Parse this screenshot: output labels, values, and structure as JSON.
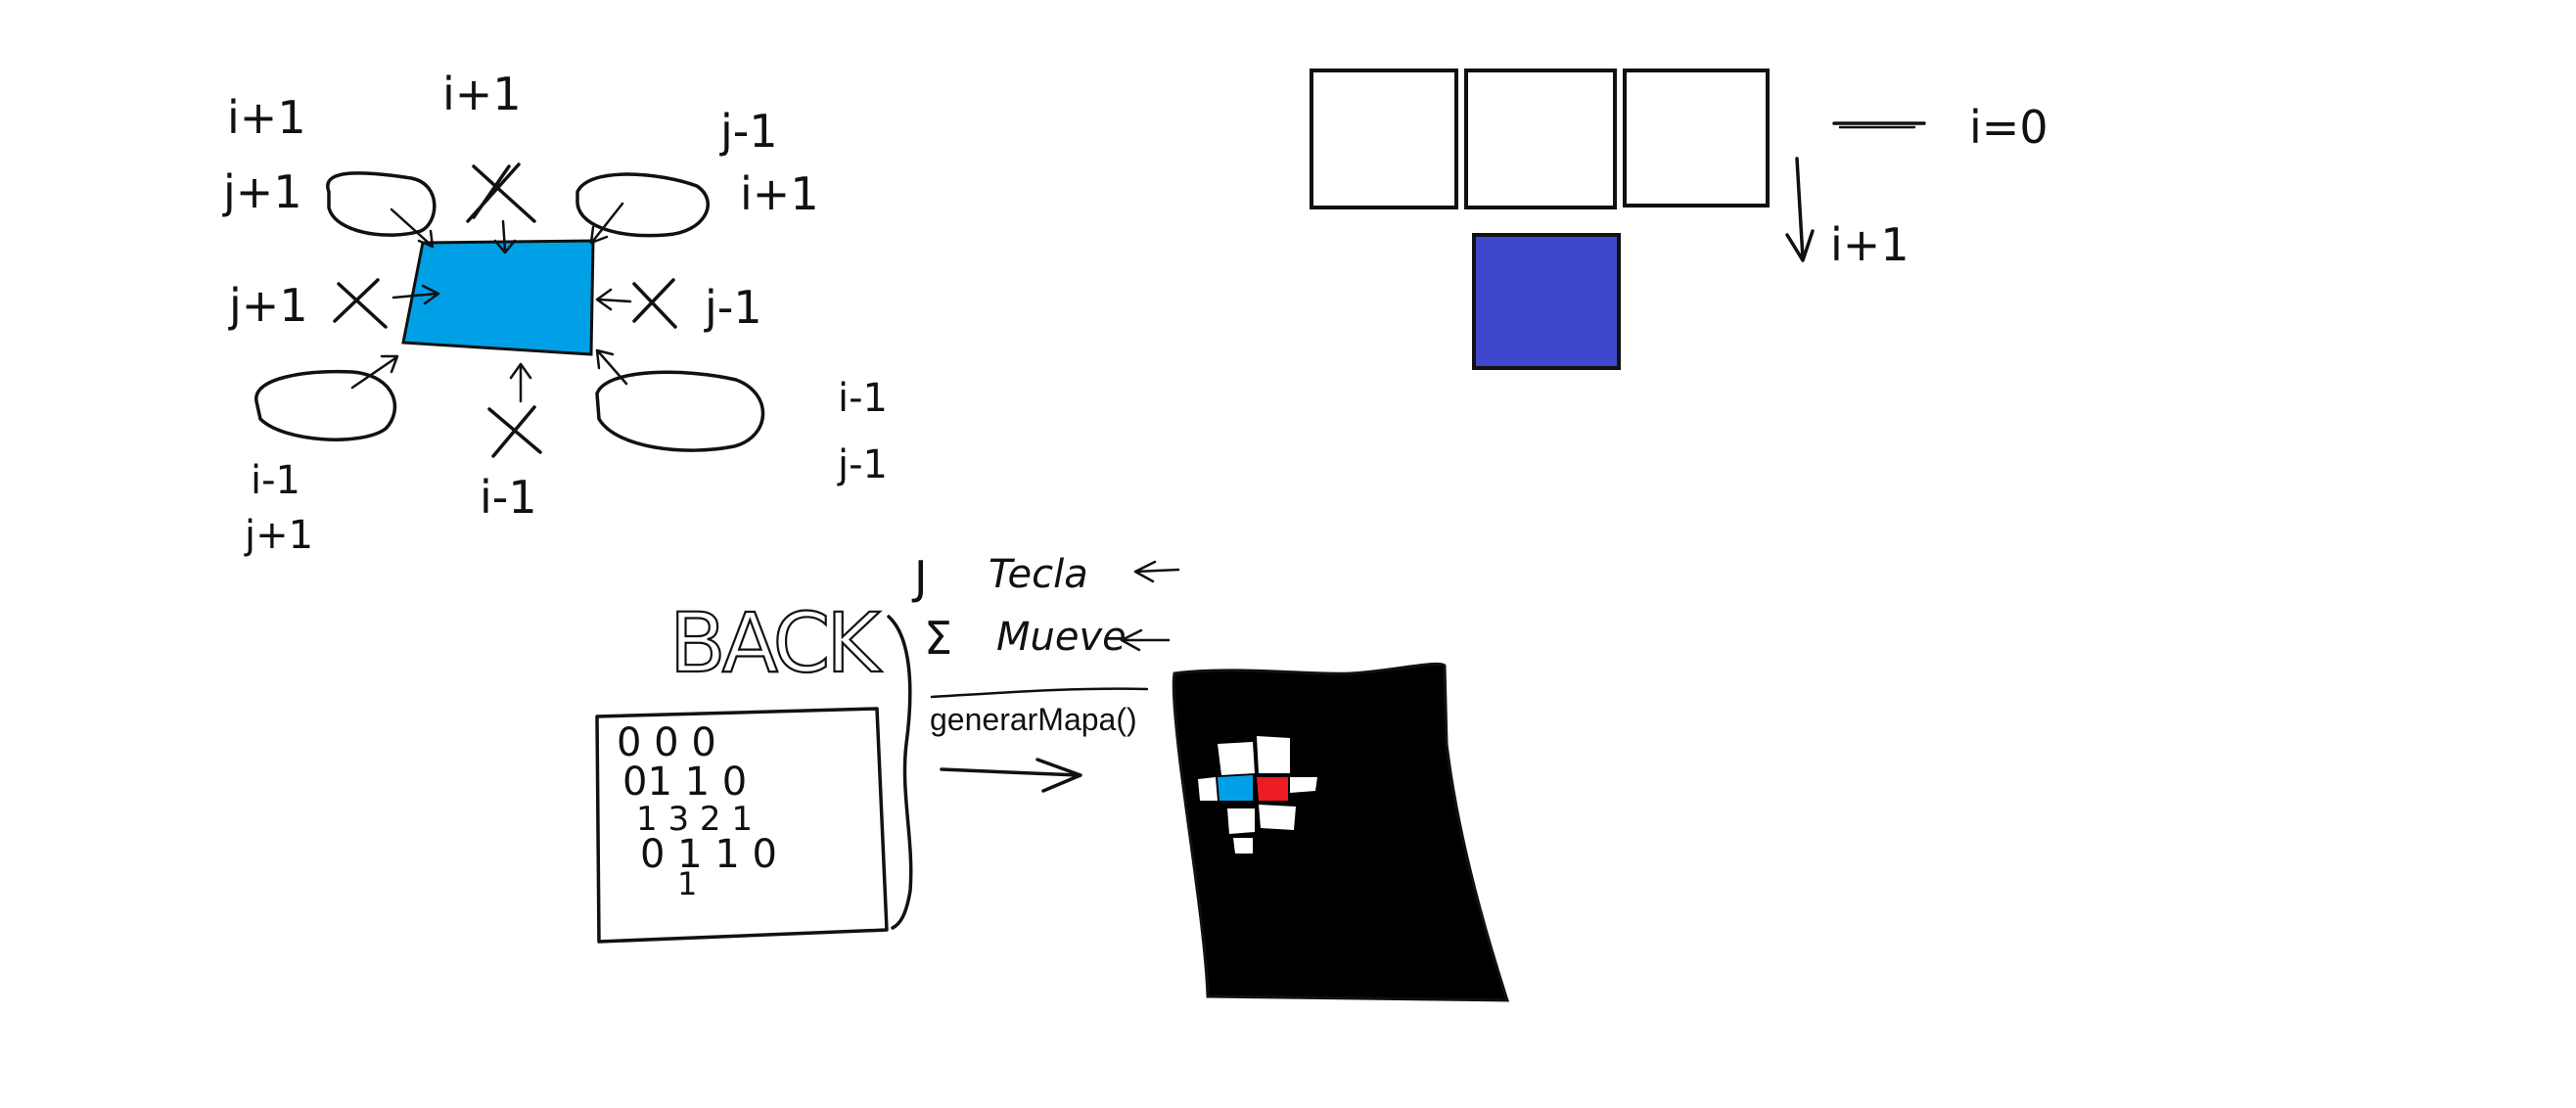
{
  "neighbor_diagram": {
    "top_left_i": "i+1",
    "top_left_j": "j+1",
    "top_center": "i+1",
    "top_right_j": "j-1",
    "top_right_i": "i+1",
    "left": "j+1",
    "right": "j-1",
    "bottom_left_i": "i-1",
    "bottom_left_j": "j+1",
    "bottom_center": "i-1",
    "bottom_right_i": "i-1",
    "bottom_right_j": "j-1",
    "center_cell_color": "#00a0e6"
  },
  "grid_diagram": {
    "row_label": "i=0",
    "next_row_label": "i+1",
    "highlight_color": "#3f48cc"
  },
  "backend": {
    "title": "BACK",
    "matrix_rows": [
      "0 0 0",
      "01 1 0",
      "1 3 2 1",
      "0 1  1 0",
      "1"
    ],
    "items": [
      {
        "symbol": "J",
        "label": "Tecla"
      },
      {
        "symbol": "Σ",
        "label": "Mueve"
      }
    ],
    "function_call": "generarMapa()"
  },
  "map_preview": {
    "background": "#000000",
    "player_color": "#00a0e6",
    "target_color": "#ed1c24"
  }
}
